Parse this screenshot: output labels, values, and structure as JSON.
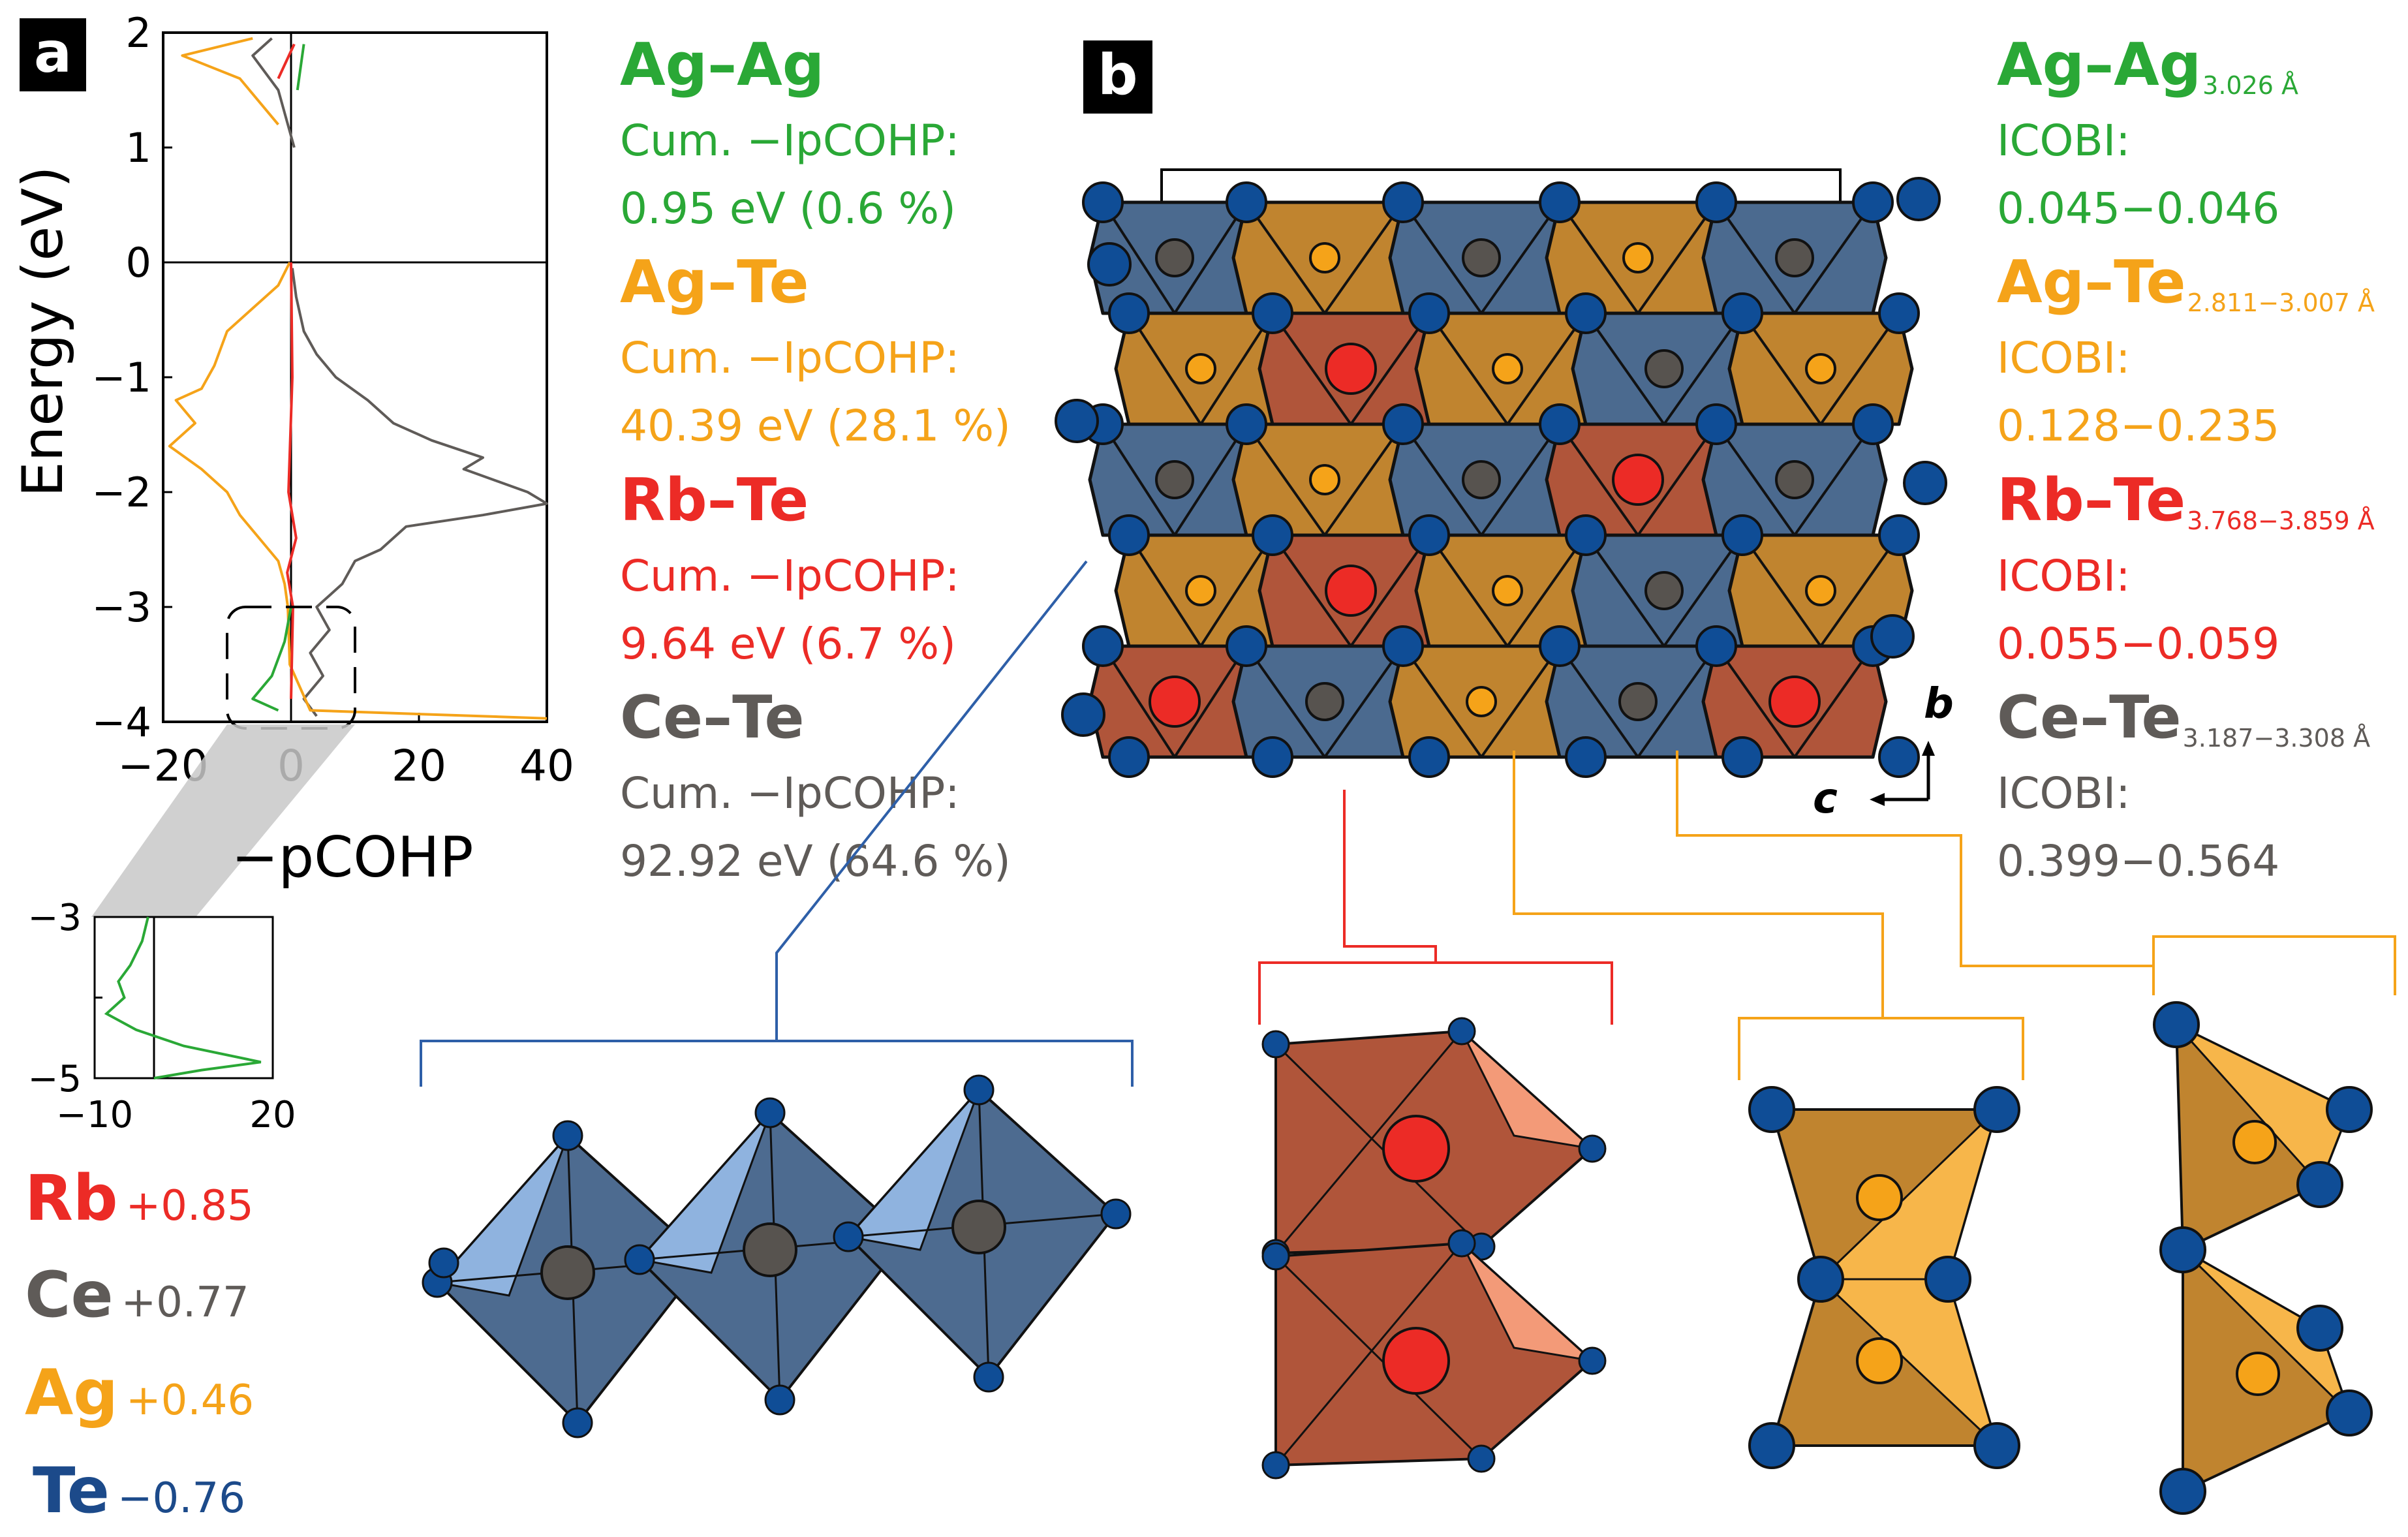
{
  "panels": {
    "a": "a",
    "b": "b"
  },
  "colors": {
    "ag_ag": "#2aa836",
    "ag_te": "#f5a319",
    "rb_te": "#ec2b26",
    "ce_te": "#5f5b58",
    "te": "#1c4a8a",
    "ce_poly": "#4b6a8f",
    "rb_poly": "#b0553a",
    "ag_poly": "#c0842f"
  },
  "cohp_blocks": [
    {
      "pair": "Ag–Ag",
      "label": "Cum. −IpCOHP:",
      "value": "0.95 eV (0.6 %)"
    },
    {
      "pair": "Ag–Te",
      "label": "Cum. −IpCOHP:",
      "value": "40.39 eV (28.1 %)"
    },
    {
      "pair": "Rb–Te",
      "label": "Cum. −IpCOHP:",
      "value": "9.64 eV (6.7 %)"
    },
    {
      "pair": "Ce–Te",
      "label": "Cum. −IpCOHP:",
      "value": "92.92 eV (64.6 %)"
    }
  ],
  "icobi_blocks": [
    {
      "pair": "Ag–Ag",
      "dist": "3.026 Å",
      "label": "ICOBI:",
      "value": "0.045−0.046"
    },
    {
      "pair": "Ag–Te",
      "dist": "2.811−3.007 Å",
      "label": "ICOBI:",
      "value": "0.128−0.235"
    },
    {
      "pair": "Rb–Te",
      "dist": "3.768−3.859 Å",
      "label": "ICOBI:",
      "value": "0.055−0.059"
    },
    {
      "pair": "Ce–Te",
      "dist": "3.187−3.308 Å",
      "label": "ICOBI:",
      "value": "0.399−0.564"
    }
  ],
  "charges": [
    {
      "element": "Rb",
      "charge": "+0.85"
    },
    {
      "element": "Ce",
      "charge": "+0.77"
    },
    {
      "element": "Ag",
      "charge": "+0.46"
    },
    {
      "element": "Te",
      "charge": "−0.76"
    }
  ],
  "axes": {
    "b": "b",
    "c": "c"
  },
  "chart_data": [
    {
      "type": "line",
      "xlabel": "−pCOHP",
      "ylabel": "Energy (eV)",
      "xlim": [
        -20,
        40
      ],
      "ylim": [
        -4,
        2
      ],
      "x_ticks": [
        "−20",
        "0",
        "20",
        "40"
      ],
      "y_ticks": [
        "−4",
        "−3",
        "−2",
        "−1",
        "0",
        "1",
        "2"
      ],
      "series": [
        {
          "name": "Ce–Te",
          "color": "#5f5b58",
          "points": [
            [
              0.2,
              -0.05
            ],
            [
              0.8,
              -0.3
            ],
            [
              2,
              -0.6
            ],
            [
              4,
              -0.8
            ],
            [
              7,
              -1.0
            ],
            [
              12,
              -1.2
            ],
            [
              16,
              -1.4
            ],
            [
              22,
              -1.55
            ],
            [
              30,
              -1.7
            ],
            [
              27,
              -1.8
            ],
            [
              37,
              -2.0
            ],
            [
              40,
              -2.1
            ],
            [
              30,
              -2.2
            ],
            [
              18,
              -2.3
            ],
            [
              14,
              -2.5
            ],
            [
              10,
              -2.6
            ],
            [
              8,
              -2.8
            ],
            [
              4,
              -3.0
            ],
            [
              6,
              -3.2
            ],
            [
              3,
              -3.4
            ],
            [
              5,
              -3.6
            ],
            [
              2,
              -3.8
            ],
            [
              4,
              -3.95
            ],
            [
              0.5,
              1.0
            ],
            [
              -2,
              1.5
            ],
            [
              -6,
              1.8
            ],
            [
              -3,
              1.95
            ]
          ]
        },
        {
          "name": "Ag–Te",
          "color": "#f5a319",
          "points": [
            [
              -0.2,
              0
            ],
            [
              -2,
              -0.2
            ],
            [
              -6,
              -0.4
            ],
            [
              -10,
              -0.6
            ],
            [
              -12,
              -0.9
            ],
            [
              -14,
              -1.1
            ],
            [
              -18,
              -1.2
            ],
            [
              -15,
              -1.4
            ],
            [
              -19,
              -1.6
            ],
            [
              -14,
              -1.8
            ],
            [
              -10,
              -2.0
            ],
            [
              -8,
              -2.2
            ],
            [
              -5,
              -2.4
            ],
            [
              -2,
              -2.6
            ],
            [
              -1,
              -2.8
            ],
            [
              -0.5,
              -3.0
            ],
            [
              -0.2,
              -3.5
            ],
            [
              3,
              -3.9
            ],
            [
              40,
              -3.97
            ],
            [
              -2,
              1.2
            ],
            [
              -8,
              1.6
            ],
            [
              -17,
              1.8
            ],
            [
              -6,
              1.95
            ]
          ]
        },
        {
          "name": "Rb–Te",
          "color": "#ec2b26",
          "points": [
            [
              0,
              0
            ],
            [
              0.2,
              -1.0
            ],
            [
              -0.4,
              -2.0
            ],
            [
              0.8,
              -2.4
            ],
            [
              -0.6,
              -2.7
            ],
            [
              0.3,
              -3.0
            ],
            [
              0,
              -3.8
            ],
            [
              -2,
              1.6
            ],
            [
              0.5,
              1.9
            ]
          ]
        },
        {
          "name": "Ag–Ag",
          "color": "#2aa836",
          "points": [
            [
              0,
              -3.0
            ],
            [
              -1,
              -3.3
            ],
            [
              -3,
              -3.6
            ],
            [
              -6,
              -3.8
            ],
            [
              -2,
              -3.9
            ],
            [
              1,
              1.5
            ],
            [
              2,
              1.9
            ]
          ]
        }
      ]
    },
    {
      "type": "line",
      "xlim": [
        -10,
        20
      ],
      "ylim": [
        -5,
        -3
      ],
      "x_ticks": [
        "−10",
        "20"
      ],
      "y_ticks": [
        "−3",
        "−5"
      ],
      "series": [
        {
          "name": "Ag–Ag",
          "color": "#2aa836",
          "points": [
            [
              -1,
              -3.0
            ],
            [
              -2,
              -3.3
            ],
            [
              -4,
              -3.6
            ],
            [
              -6,
              -3.8
            ],
            [
              -5,
              -4.0
            ],
            [
              -8,
              -4.2
            ],
            [
              -3,
              -4.4
            ],
            [
              5,
              -4.6
            ],
            [
              18,
              -4.8
            ],
            [
              8,
              -4.9
            ],
            [
              0,
              -5.0
            ]
          ]
        }
      ]
    }
  ]
}
